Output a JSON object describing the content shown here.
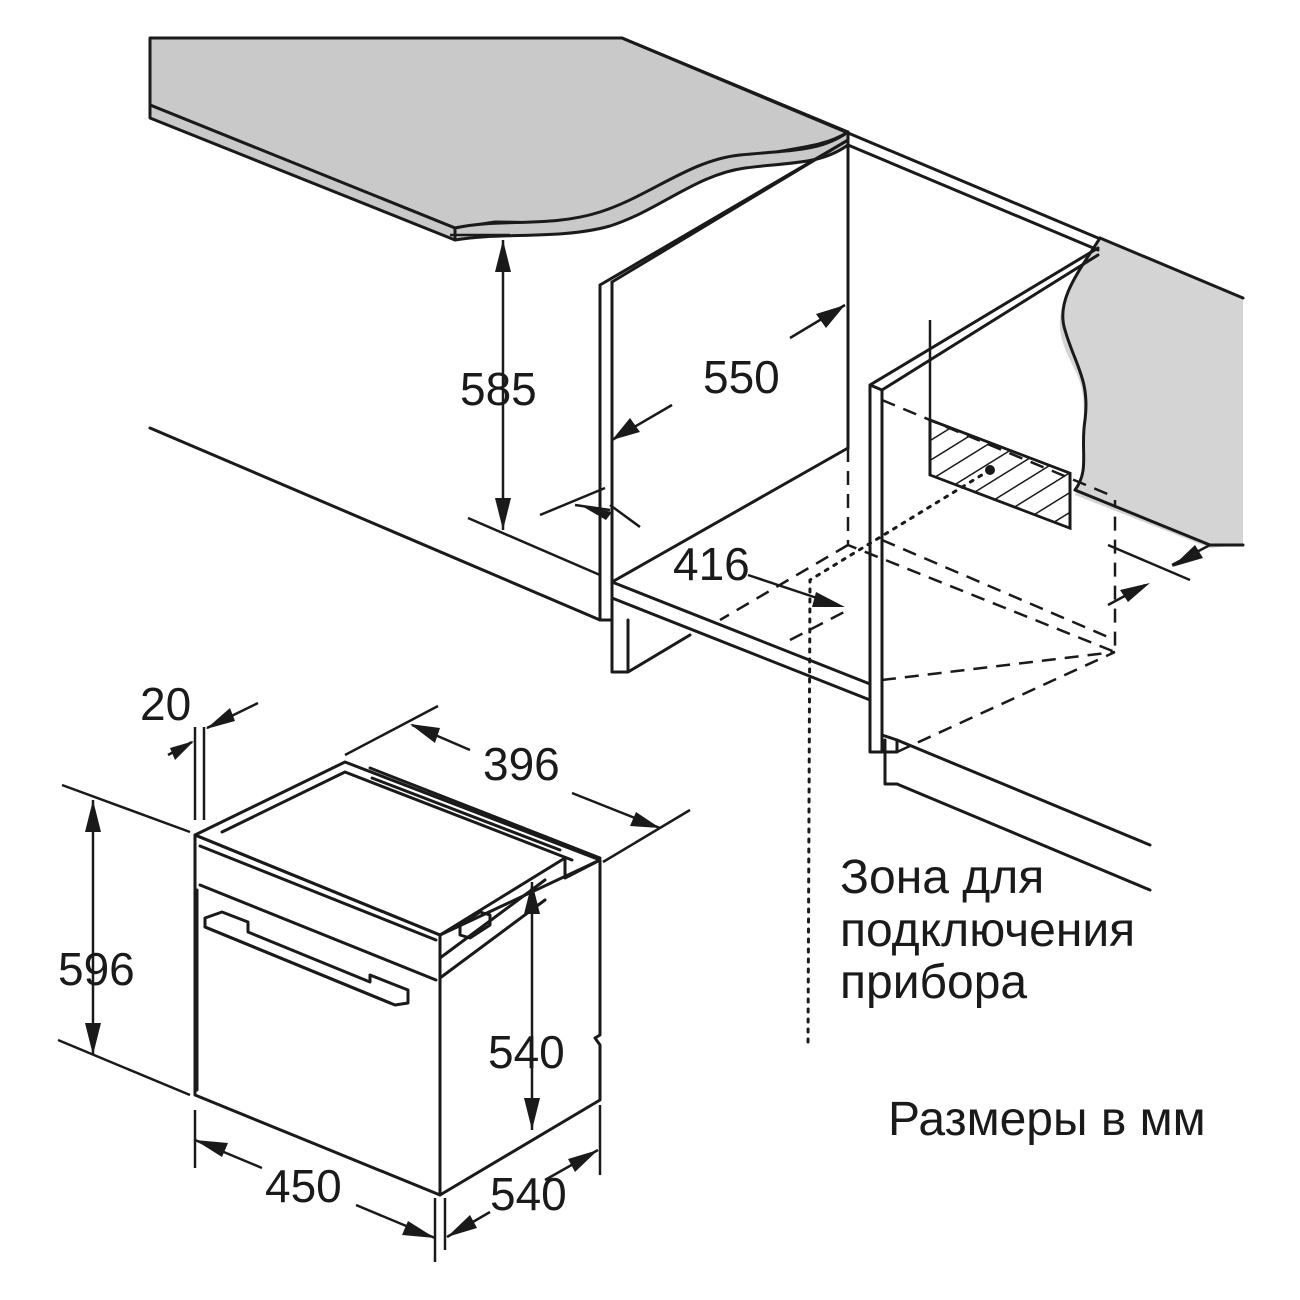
{
  "dimensions": {
    "niche_height": "585",
    "niche_depth": "550",
    "niche_width": "416",
    "appliance_front_overhang": "20",
    "appliance_body_width": "396",
    "appliance_height": "596",
    "appliance_inner_height": "540",
    "appliance_width": "450",
    "appliance_depth": "540"
  },
  "connection_zone": {
    "line1": "Зона для",
    "line2": "подключения",
    "line3": "прибора"
  },
  "units_note": "Размеры в мм"
}
